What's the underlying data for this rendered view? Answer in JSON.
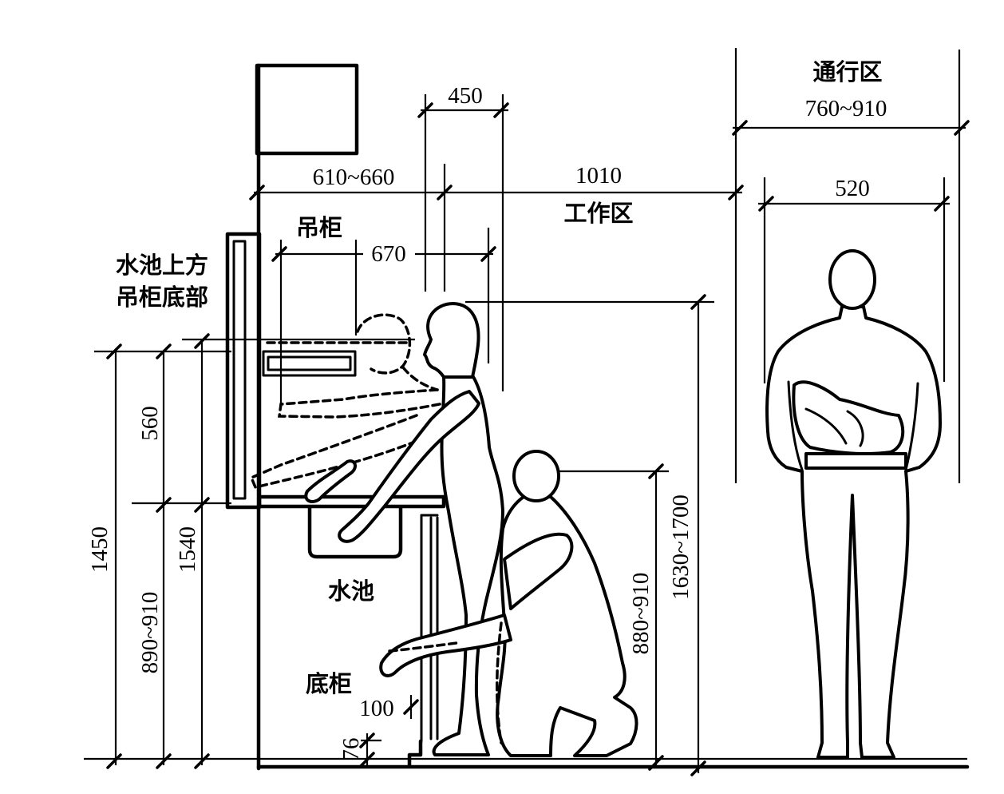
{
  "labels": {
    "passage_zone": "通行区",
    "passage_width": "760~910",
    "body_width": "520",
    "reach_450": "450",
    "counter_depth": "610~660",
    "work_zone_width": "1010",
    "work_zone": "工作区",
    "wall_cabinet": "吊柜",
    "reach_670": "670",
    "above_sink_line1": "水池上方",
    "above_sink_line2": "吊柜底部",
    "h_560": "560",
    "h_1450": "1450",
    "h_1540": "1540",
    "h_890_910": "890~910",
    "sink": "水池",
    "base_cabinet": "底柜",
    "toe_100": "100",
    "toe_76": "76",
    "h_880_910": "880~910",
    "h_1630_1700": "1630~1700"
  },
  "colors": {
    "ink": "#000000",
    "paper": "#ffffff"
  }
}
